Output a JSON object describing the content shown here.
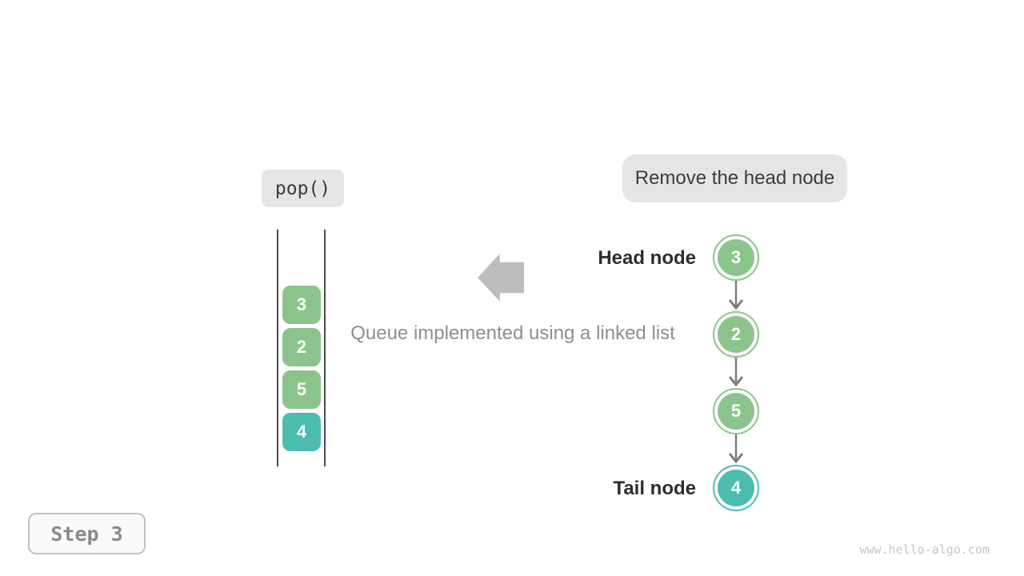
{
  "operation": {
    "label": "pop()"
  },
  "annotation": {
    "label": "Remove the head node"
  },
  "caption": {
    "text": "Queue implemented using a linked list"
  },
  "queue": {
    "boxes": [
      {
        "value": "3",
        "color": "#8bc48a"
      },
      {
        "value": "2",
        "color": "#8bc48a"
      },
      {
        "value": "5",
        "color": "#8bc48a"
      },
      {
        "value": "4",
        "color": "#4dbcb0"
      }
    ]
  },
  "linked_list": {
    "head_label": "Head node",
    "tail_label": "Tail node",
    "nodes": [
      {
        "value": "3",
        "color": "#8bc48a"
      },
      {
        "value": "2",
        "color": "#8bc48a"
      },
      {
        "value": "5",
        "color": "#8bc48a"
      },
      {
        "value": "4",
        "color": "#4dbcb0"
      }
    ]
  },
  "step": {
    "label": "Step 3"
  },
  "watermark": {
    "text": "www.hello-algo.com"
  },
  "colors": {
    "node_green": "#8bc48a",
    "node_teal": "#4dbcb0",
    "badge_bg": "#e5e5e5",
    "block_arrow": "#bdbdbd",
    "connector": "#7d7d7d",
    "stack_line": "#4b4b4b",
    "step_bg": "#fafafa",
    "step_border": "#c2c2c2",
    "dark_text": "#3b3b3b",
    "caption_text": "#8e8e8e",
    "label_text": "#2e2e2e",
    "watermark_text": "#c6c6c6"
  }
}
